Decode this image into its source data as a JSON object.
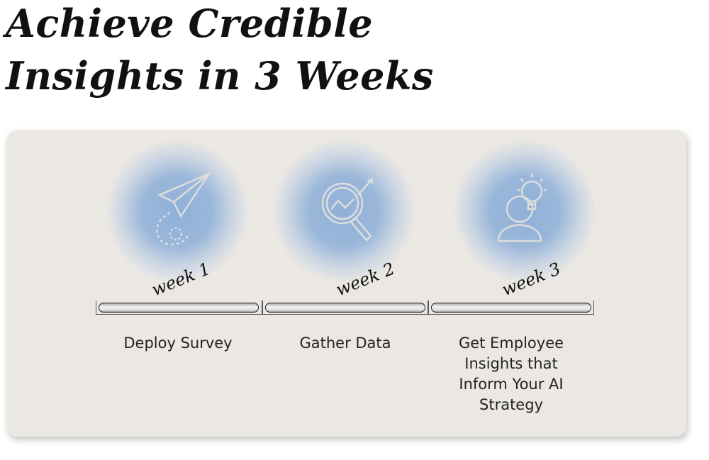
{
  "title": {
    "line1": "Achieve Credible",
    "line2": "Insights in 3 Weeks"
  },
  "steps": [
    {
      "week": "week 1",
      "label": "Deploy Survey",
      "icon": "paper-plane-icon"
    },
    {
      "week": "week 2",
      "label": "Gather Data",
      "icon": "magnifier-chart-icon"
    },
    {
      "week": "week 3",
      "label": "Get Employee Insights that Inform Your AI Strategy",
      "icon": "person-lightbulb-icon"
    }
  ],
  "colors": {
    "glow": "#8fb0d8",
    "card": "#ebe8e4"
  }
}
